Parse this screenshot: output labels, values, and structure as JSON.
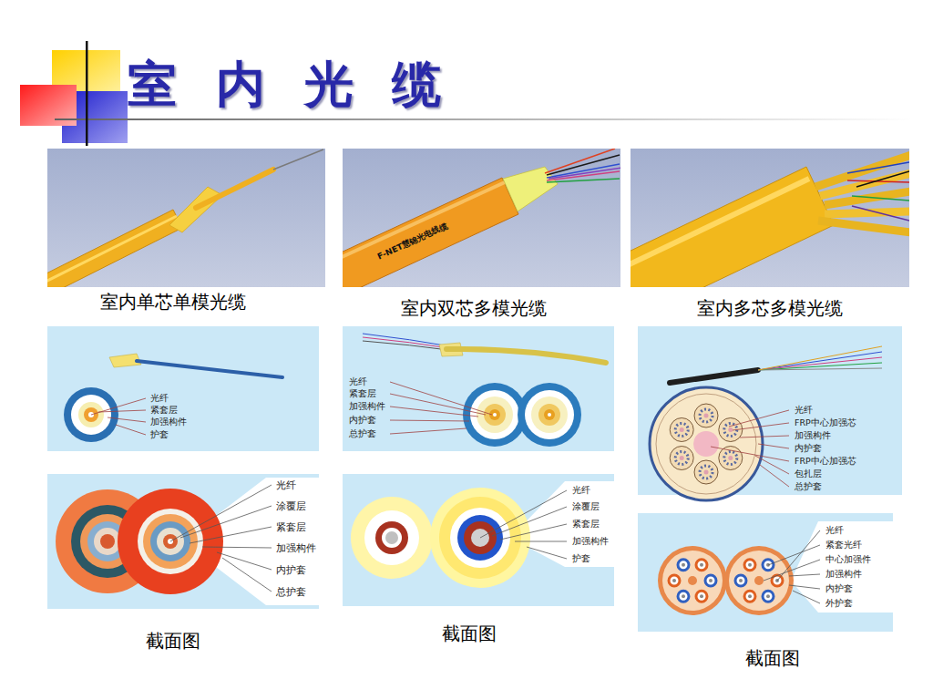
{
  "diagram": {
    "title": "室 内 光 缆",
    "nodes": [
      {
        "text": [
          "室内单芯单模光缆"
        ]
      },
      {
        "text": [
          "F-NET慧锦光电线缆",
          "室内双芯多模光缆"
        ]
      },
      {
        "text": [
          "室内多芯多模光缆"
        ]
      },
      {
        "text": [
          "光纤",
          "紧套层",
          "加强构件",
          "护套"
        ]
      },
      {
        "text": [
          "光纤",
          "紧套层",
          "加强构件",
          "内护套",
          "总护套"
        ]
      },
      {
        "text": [
          "光纤",
          "FRP中心加强芯",
          "加强构件",
          "内护套",
          "FRP中心加强芯",
          "包扎层",
          "总护套"
        ]
      },
      {
        "text": [
          "光纤",
          "涂覆层",
          "紧套层",
          "加强构件",
          "内护套",
          "总护套",
          "截面图"
        ]
      },
      {
        "text": [
          "光纤",
          "涂覆层",
          "紧套层",
          "加强构件",
          "护套",
          "截面图"
        ]
      },
      {
        "text": [
          "光纤",
          "紧套光纤",
          "中心加强件",
          "加强构件",
          "内护套",
          "外护套",
          "截面图"
        ]
      }
    ]
  }
}
